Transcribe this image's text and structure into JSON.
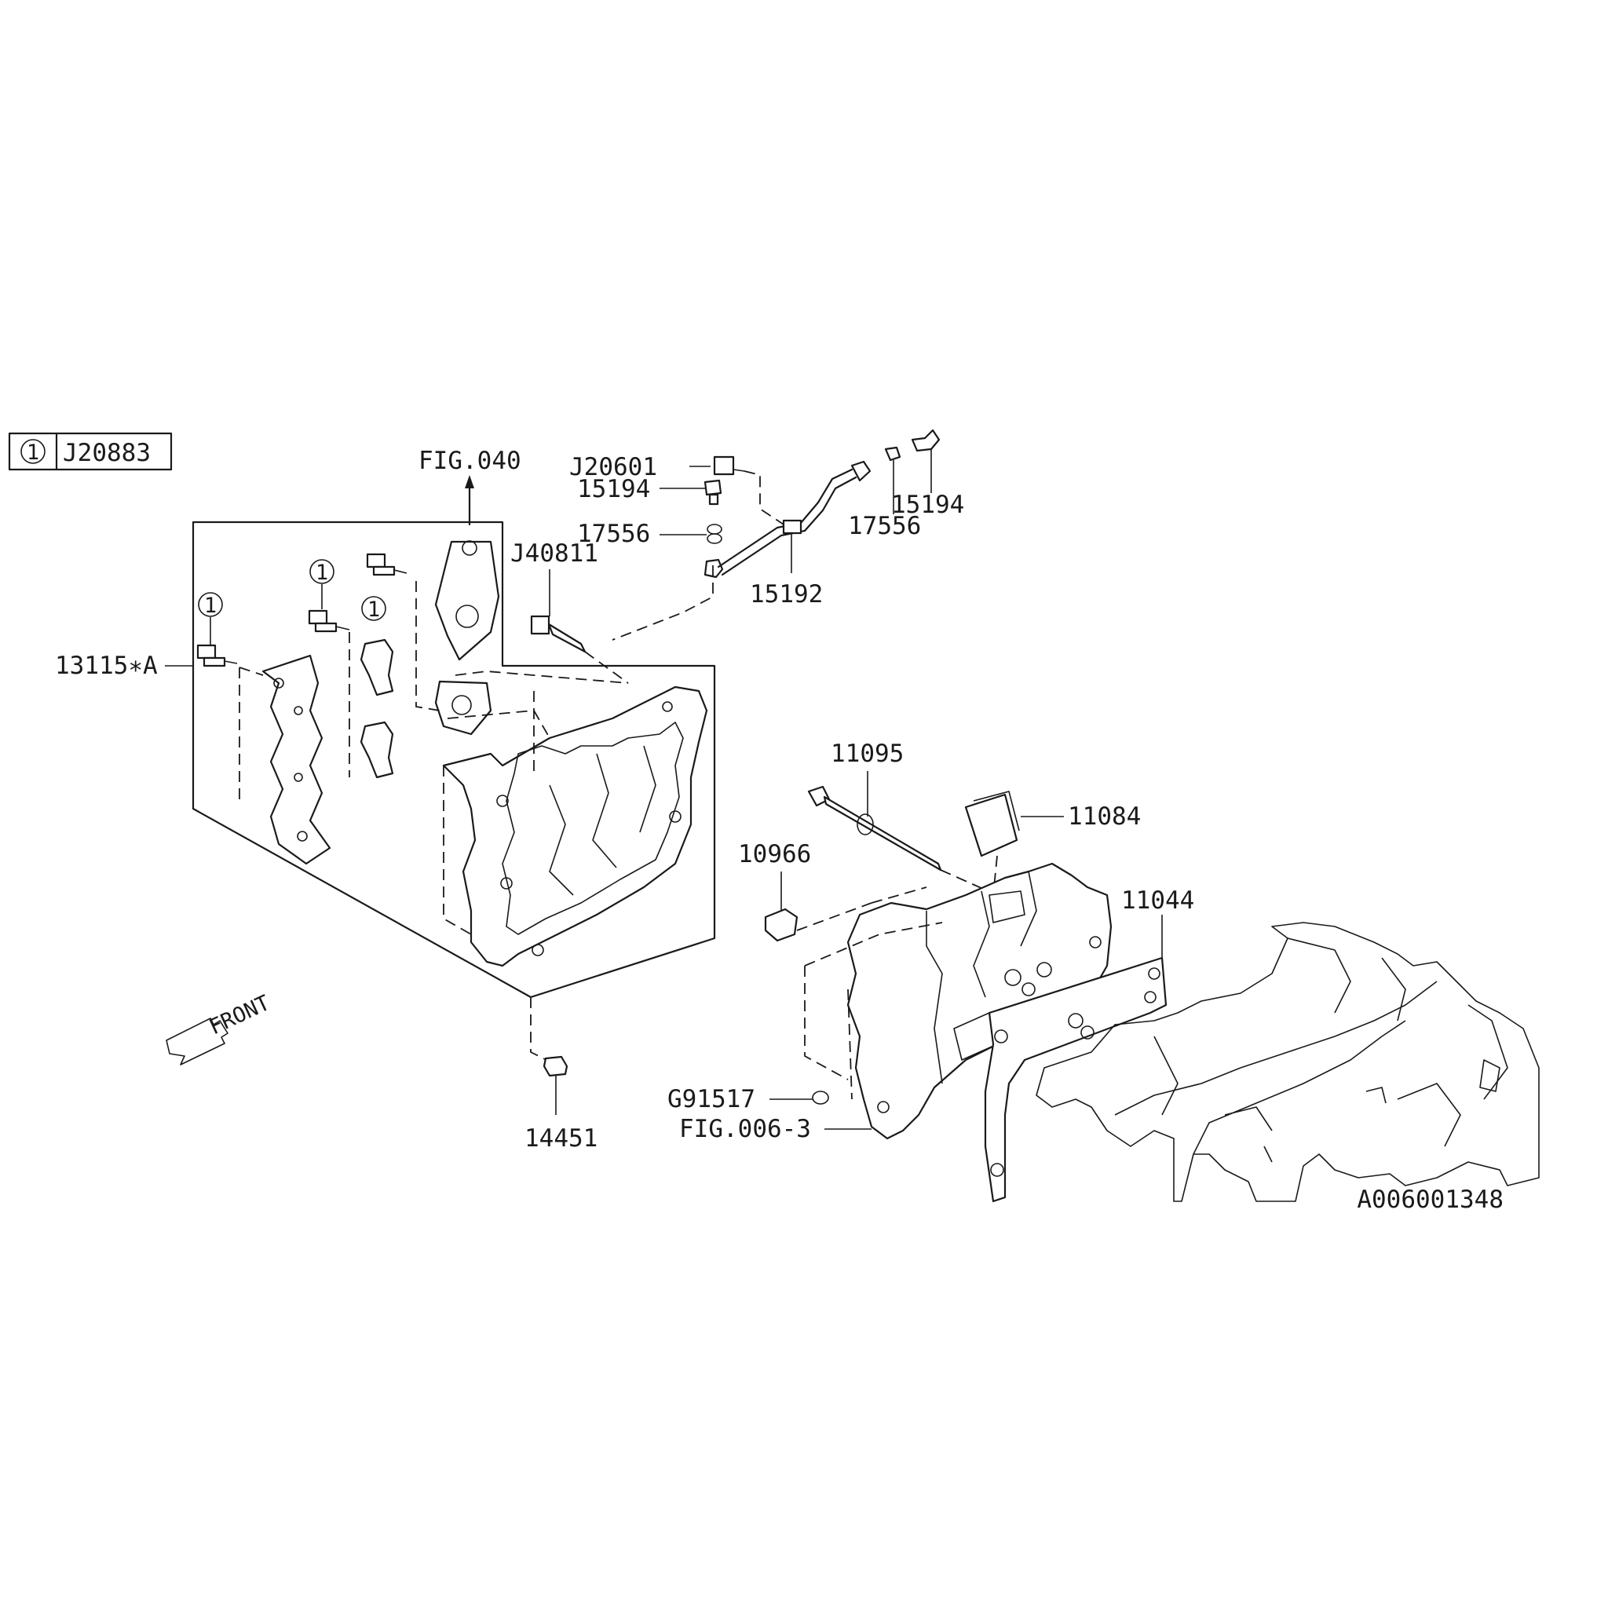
{
  "legend": {
    "symbol": "1",
    "code": "J20883"
  },
  "references": {
    "fig_040": "FIG.040",
    "fig_006_3": "FIG.006-3"
  },
  "parts": {
    "p13115A": "13115∗A",
    "p15194_a": "15194",
    "p15194_b": "15194",
    "pJ20601": "J20601",
    "p17556_a": "17556",
    "p17556_b": "17556",
    "pJ40811": "J40811",
    "p15192": "15192",
    "p11095": "11095",
    "p11084": "11084",
    "p10966": "10966",
    "p11044": "11044",
    "pG91517": "G91517",
    "p14451": "14451"
  },
  "callouts": {
    "c1": "1",
    "c2": "1",
    "c3": "1"
  },
  "direction": {
    "front": "FRONT"
  },
  "diagram_id": "A006001348"
}
